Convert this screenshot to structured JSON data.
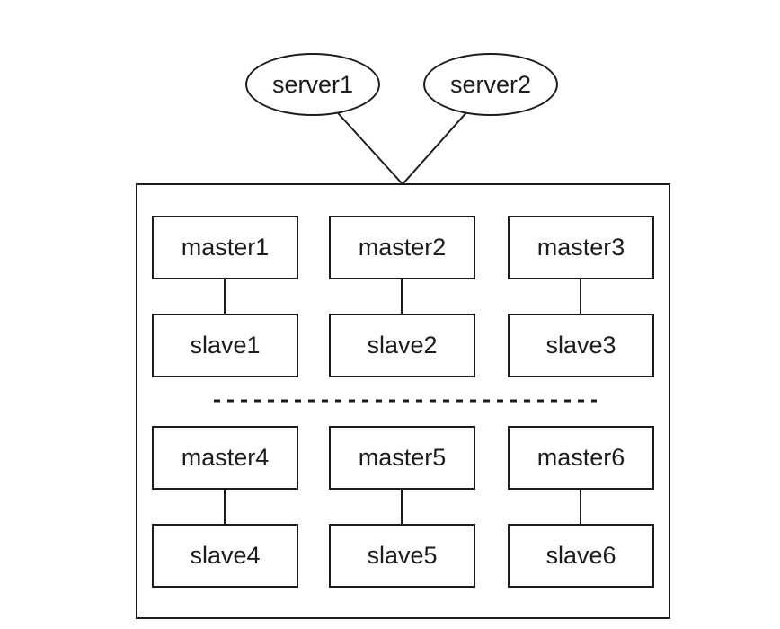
{
  "diagram": {
    "servers": [
      {
        "label": "server1"
      },
      {
        "label": "server2"
      }
    ],
    "pairs": [
      {
        "master": "master1",
        "slave": "slave1"
      },
      {
        "master": "master2",
        "slave": "slave2"
      },
      {
        "master": "master3",
        "slave": "slave3"
      },
      {
        "master": "master4",
        "slave": "slave4"
      },
      {
        "master": "master5",
        "slave": "slave5"
      },
      {
        "master": "master6",
        "slave": "slave6"
      }
    ],
    "colors": {
      "background": "#ffffff",
      "stroke": "#1c1c1c",
      "text": "#1c1c1c"
    }
  }
}
